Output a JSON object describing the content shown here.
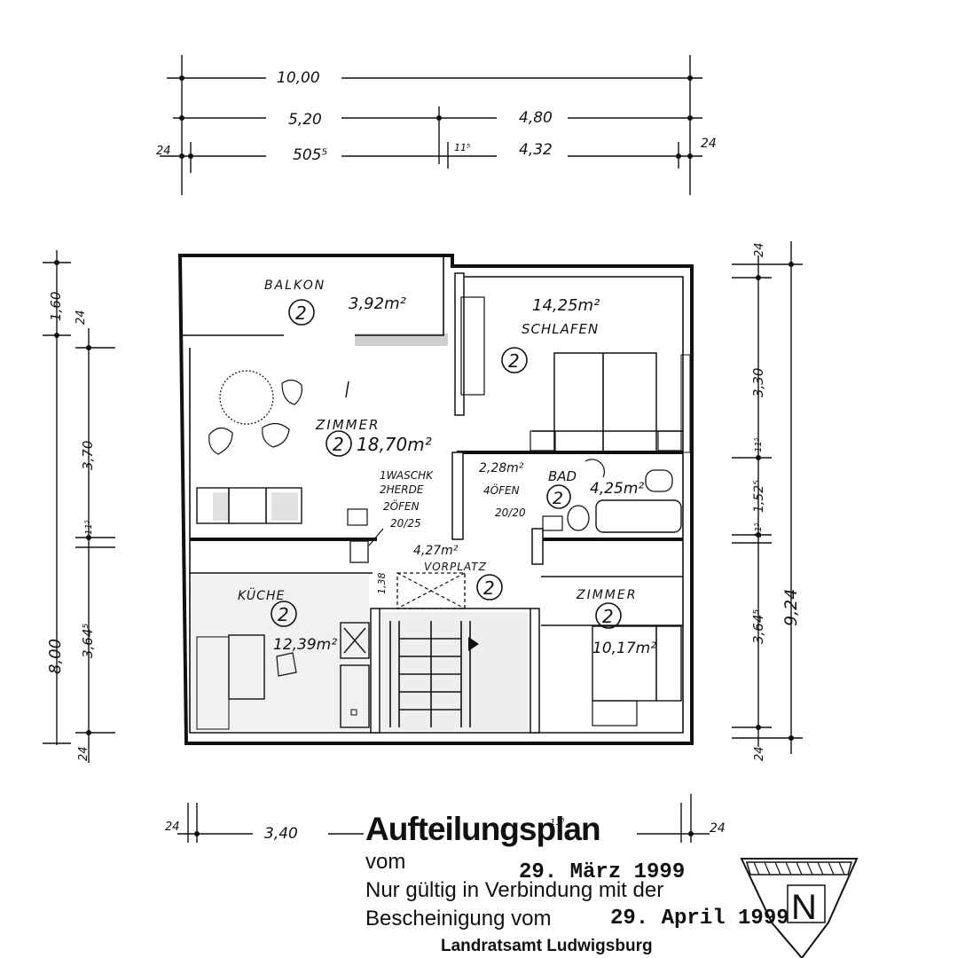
{
  "dimensions": {
    "top_total": "10,00",
    "top_left": "5,20",
    "top_right": "4,80",
    "top_inner_left": "505⁵",
    "top_inner_mid": "11⁵",
    "top_inner_right": "4,32",
    "top_wall_left": "24",
    "top_wall_right": "24",
    "left_balcony": "1,60",
    "left_wall_upper": "24",
    "left_room": "3,70",
    "left_mid": "11⁵",
    "left_kitchen": "3,64⁵",
    "left_total": "8,00",
    "left_wall_lower": "24",
    "right_wall_upper": "24",
    "right_room": "3,30",
    "right_mid_upper": "11⁵",
    "right_bath": "1,52⁵",
    "right_mid_lower": "11⁵",
    "right_room_lower": "3,64⁵",
    "right_total": "9,24",
    "right_wall_lower": "24",
    "bottom_wall_left": "24",
    "bottom_left": "3,40",
    "bottom_mid": "11⁵",
    "bottom_wall_right": "24"
  },
  "rooms": {
    "balkon": {
      "name": "BALKON",
      "area": "3,92m²",
      "unit": "2"
    },
    "schlafen": {
      "name": "SCHLAFEN",
      "area": "14,25m²",
      "unit": "2"
    },
    "zimmer_main": {
      "name": "ZIMMER",
      "area": "18,70m²",
      "unit": "2"
    },
    "bad": {
      "name": "BAD",
      "area": "4,25m²",
      "unit": "2"
    },
    "wc": {
      "area": "2,28m²",
      "note": "4ÖFEN"
    },
    "vorplatz": {
      "name": "VORPLATZ",
      "area": "4,27m²",
      "unit": "2"
    },
    "kueche": {
      "name": "KÜCHE",
      "area": "12,39m²",
      "unit": "2"
    },
    "zimmer_small": {
      "name": "ZIMMER",
      "area": "10,17m²",
      "unit": "2"
    }
  },
  "notes": {
    "chimney_1": "1WASCHK",
    "chimney_2": "2HERDE",
    "chimney_3": "2ÖFEN",
    "chimney_4": "20/25",
    "bath_chimney": "20/20",
    "stair_height": "1,38"
  },
  "stamp": {
    "title": "Aufteilungsplan",
    "vom_label": "vom",
    "vom_date": "29. März 1999",
    "line2": "Nur gültig in Verbindung mit der",
    "line3_label": "Bescheinigung vom",
    "line3_date": "29. April 1999",
    "authority": "Landratsamt Ludwigsburg"
  },
  "north_arrow": {
    "letter": "N"
  }
}
